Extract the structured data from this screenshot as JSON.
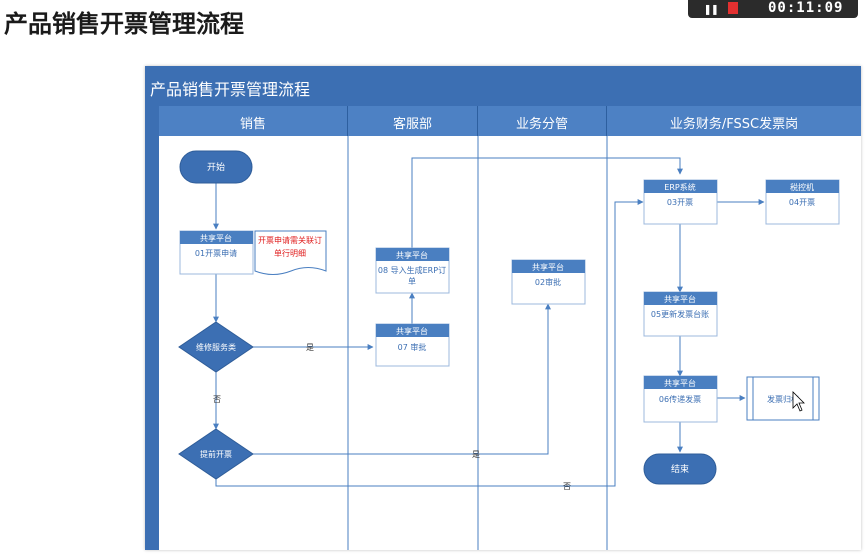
{
  "page": {
    "title": "产品销售开票管理流程",
    "timer": "00:11:09"
  },
  "slide": {
    "title": "产品销售开票管理流程",
    "lanes": [
      "销售",
      "客服部",
      "业务分管",
      "业务财务/FSSC发票岗"
    ]
  },
  "nodes": {
    "start": "开始",
    "end": "结束",
    "n01": {
      "header": "共享平台",
      "body": "01开票申请"
    },
    "note": [
      "开票申请需关联订",
      "单行明细"
    ],
    "d1": "维修服务类",
    "d2": "提前开票",
    "n07": {
      "header": "共享平台",
      "body": "07 审批"
    },
    "n08": {
      "header": "共享平台",
      "body": [
        "08 导入生成ERP订",
        "单"
      ]
    },
    "n02": {
      "header": "共享平台",
      "body": "02审批"
    },
    "n03": {
      "header": "ERP系统",
      "body": "03开票"
    },
    "n04": {
      "header": "税控机",
      "body": "04开票"
    },
    "n05": {
      "header": "共享平台",
      "body": "05更新发票台账"
    },
    "n06": {
      "header": "共享平台",
      "body": "06传递发票"
    },
    "archive": "发票归档"
  },
  "labels": {
    "yes1": "是",
    "no1": "否",
    "yes2": "是",
    "no2": "否"
  },
  "colors": {
    "lane": "#4d81c4",
    "header": "#3c6fb3",
    "node_head": "#4a7fc1",
    "line": "#4a7fc1",
    "note_text": "#e02020"
  }
}
